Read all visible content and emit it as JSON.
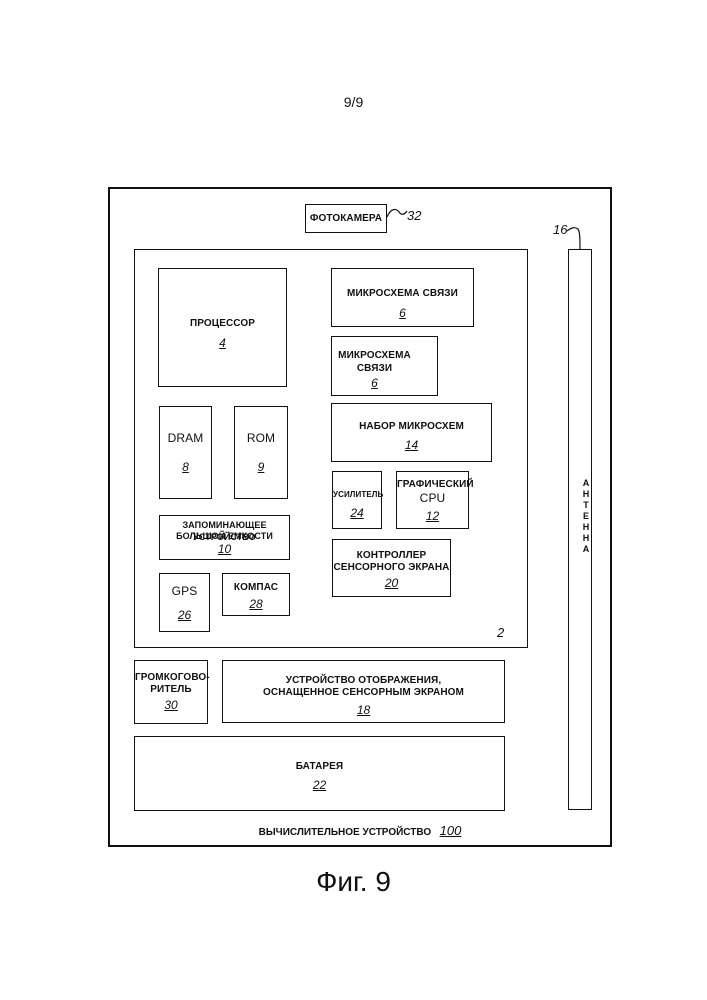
{
  "page_number": "9/9",
  "figure_caption": "Фиг. 9",
  "device": {
    "label": "ВЫЧИСЛИТЕЛЬНОЕ УСТРОЙСТВО",
    "ref": "100"
  },
  "camera": {
    "label": "ФОТОКАМЕРА",
    "ref": "32"
  },
  "antenna": {
    "label": "АНТЕННА",
    "ref": "16"
  },
  "board": {
    "ref": "2"
  },
  "processor": {
    "label": "ПРОЦЕССОР",
    "ref": "4"
  },
  "comm_chip_1": {
    "label": "МИКРОСХЕМА СВЯЗИ",
    "ref": "6"
  },
  "comm_chip_2": {
    "label_line1": "МИКРОСХЕМА",
    "label_line2": "СВЯЗИ",
    "ref": "6"
  },
  "chipset": {
    "label": "НАБОР МИКРОСХЕМ",
    "ref": "14"
  },
  "dram": {
    "label": "DRAM",
    "ref": "8"
  },
  "rom": {
    "label": "ROM",
    "ref": "9"
  },
  "amplifier": {
    "label": "УСИЛИТЕЛЬ",
    "ref": "24"
  },
  "gpu": {
    "label_line1": "ГРАФИЧЕСКИЙ",
    "label_line2": "CPU",
    "ref": "12"
  },
  "mass_storage": {
    "label_line1": "ЗАПОМИНАЮЩЕЕ УСТРОЙСТВО",
    "label_line2": "БОЛЬШОЙ ЕМКОСТИ",
    "ref": "10"
  },
  "touch_controller": {
    "label_line1": "КОНТРОЛЛЕР",
    "label_line2": "СЕНСОРНОГО ЭКРАНА",
    "ref": "20"
  },
  "gps": {
    "label": "GPS",
    "ref": "26"
  },
  "compass": {
    "label": "КОМПАС",
    "ref": "28"
  },
  "speaker": {
    "label_line1": "ГРОМКОГОВО-",
    "label_line2": "РИТЕЛЬ",
    "ref": "30"
  },
  "display": {
    "label_line1": "УСТРОЙСТВО ОТОБРАЖЕНИЯ,",
    "label_line2": "ОСНАЩЕННОЕ СЕНСОРНЫМ ЭКРАНОМ",
    "ref": "18"
  },
  "battery": {
    "label": "БАТАРЕЯ",
    "ref": "22"
  }
}
